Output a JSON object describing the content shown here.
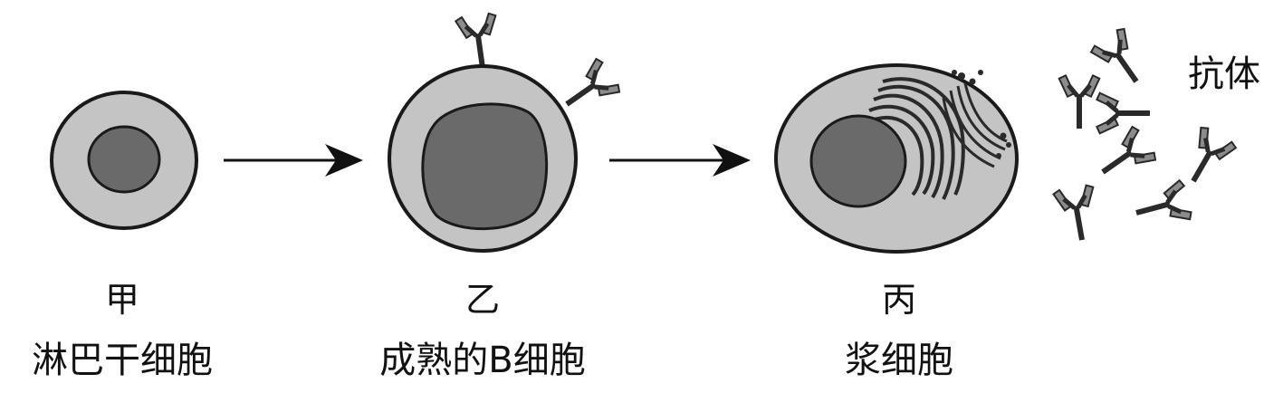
{
  "stages": [
    {
      "letter": "甲",
      "name": "淋巴干细胞"
    },
    {
      "letter": "乙",
      "name": "成熟的B细胞"
    },
    {
      "letter": "丙",
      "name": "浆细胞"
    }
  ],
  "antibody_label": "抗体",
  "colors": {
    "cytoplasm": "#c4c4c4",
    "nucleus": "#6a6a6a",
    "outline": "#1a1a1a",
    "antibody_stem": "#2a2a2a",
    "antibody_tip": "#8c8c8c"
  },
  "icons": {
    "arrow": "right-arrow-icon",
    "antibody": "y-shaped-antibody-icon"
  }
}
